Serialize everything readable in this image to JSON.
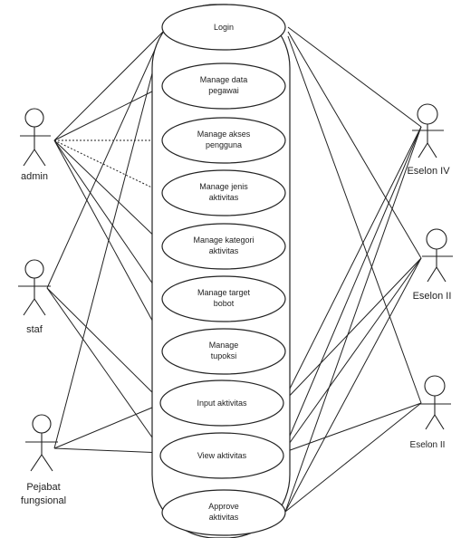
{
  "actors": {
    "admin": "admin",
    "staf": "staf",
    "pejabat": [
      "Pejabat",
      "fungsional"
    ],
    "eselon_iv": "Eselon IV",
    "eselon_iii": "Eselon II",
    "eselon_ii": "Eselon II"
  },
  "use_cases": {
    "login": [
      "Login"
    ],
    "manage_pegawai": [
      "Manage data",
      "pegawai"
    ],
    "manage_akses": [
      "Manage akses",
      "pengguna"
    ],
    "manage_jenis": [
      "Manage jenis",
      "aktivitas"
    ],
    "manage_kategori": [
      "Manage kategori",
      "aktivitas"
    ],
    "manage_target": [
      "Manage target",
      "bobot"
    ],
    "manage_tupoksi": [
      "Manage",
      "tupoksi"
    ],
    "input_aktivitas": [
      "Input aktivitas"
    ],
    "view_aktivitas": [
      "View aktivitas"
    ],
    "approve_aktivitas": [
      "Approve",
      "aktivitas"
    ]
  }
}
